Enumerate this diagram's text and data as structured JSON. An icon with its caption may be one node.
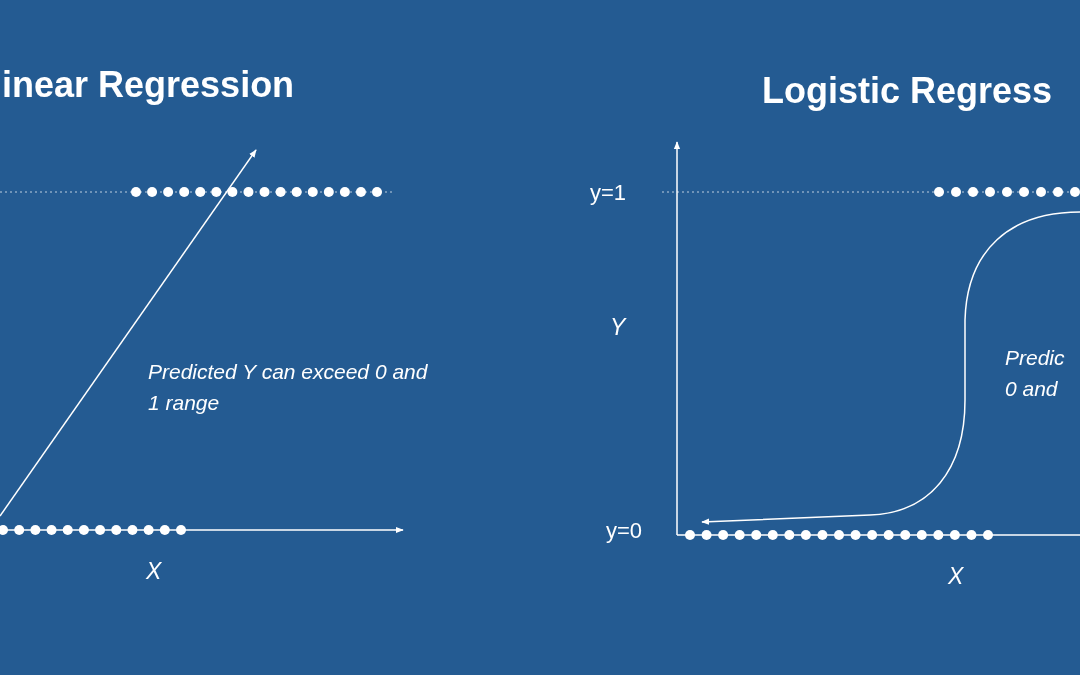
{
  "diagram": {
    "labels": [
      "inear Regression",
      "Logistic Regress",
      "Predicted Y can exceed 0 and 1 range",
      "X",
      "y=1",
      "Y",
      "Predic 0 and",
      "y=0",
      "X"
    ]
  }
}
